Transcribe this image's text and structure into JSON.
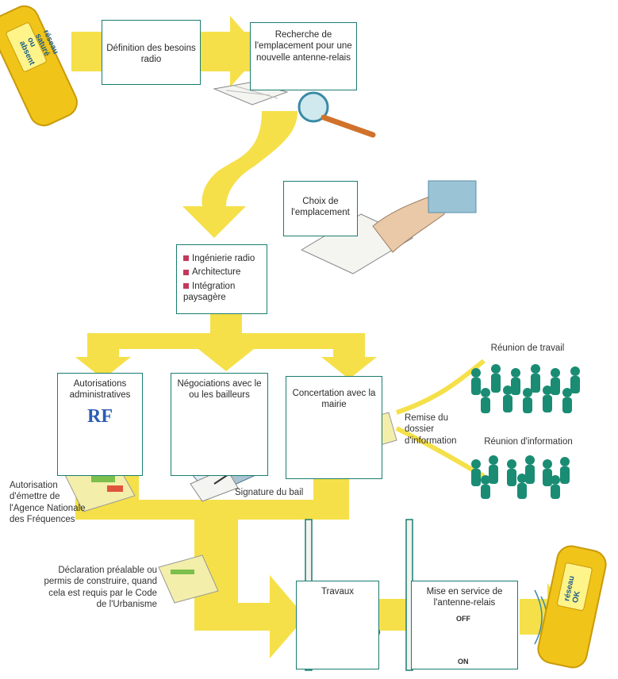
{
  "steps": {
    "definition": "Définition des besoins radio",
    "recherche": "Recherche de l'emplacement pour une nouvelle antenne-relais",
    "choix": "Choix de l'emplacement",
    "autorisations": "Autorisations administratives",
    "negociations": "Négociations avec le ou les bailleurs",
    "concertation": "Concertation avec la mairie",
    "travaux": "Travaux",
    "mise_en_service": "Mise en service de l'antenne-relais"
  },
  "expertise": {
    "items": [
      "Ingénierie radio",
      "Architecture",
      "Intégration paysagère"
    ],
    "bullet_color": "#c23a5a"
  },
  "labels": {
    "autorisation_anfr": "Autorisation d'émettre de l'Agence Nationale des Fréquences",
    "signature": "Signature du bail",
    "remise": "Remise du dossier d'information",
    "reunion_travail": "Réunion de travail",
    "reunion_information": "Réunion d'information",
    "declaration": "Déclaration préalable ou permis de construire, quand cela est requis par le Code de l'Urbanisme"
  },
  "phones": {
    "start": "réseau saturé ou absent",
    "end": "réseau OK"
  },
  "seal": "RF",
  "switch": {
    "off": "OFF",
    "on": "ON"
  },
  "icons": [
    "magnifier-icon",
    "map-icon",
    "hand-icon",
    "building-icon",
    "bust-icon",
    "screwdriver-icon",
    "switch-icon",
    "signal-waves-icon",
    "people-group-icon"
  ],
  "colors": {
    "flow": "#f5e04a",
    "box_border": "#1a7d70",
    "people": "#1a8c74",
    "phone": "#f0c419"
  }
}
